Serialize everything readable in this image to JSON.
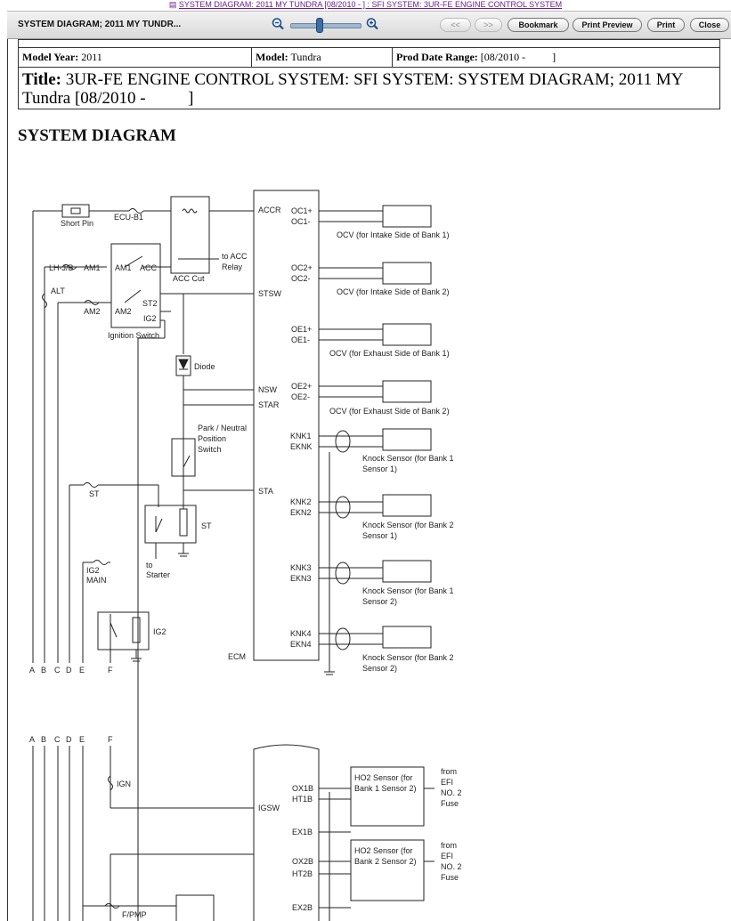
{
  "breadcrumb": "SYSTEM DIAGRAM: 2011 MY TUNDRA [08/2010 - ] : SFI SYSTEM: 3UR-FE ENGINE CONTROL SYSTEM",
  "toolbar": {
    "title": "SYSTEM DIAGRAM; 2011 MY TUNDR...",
    "prev_label": "<<",
    "next_label": ">>",
    "bookmark_label": "Bookmark",
    "print_preview_label": "Print Preview",
    "print_label": "Print",
    "close_label": "Close",
    "zoom_level": 0.4
  },
  "header": {
    "model_year_label": "Model Year:",
    "model_year": "2011",
    "model_label": "Model:",
    "model": "Tundra",
    "prod_date_label": "Prod Date Range:",
    "prod_date": "[08/2010 -          ]",
    "title_label": "Title:",
    "title_line1": "3UR-FE ENGINE CONTROL SYSTEM: SFI SYSTEM: SYSTEM DIAGRAM; 2011 MY",
    "title_line2": "Tundra [08/2010 -          ]"
  },
  "section_heading": "SYSTEM DIAGRAM",
  "diagram": {
    "short_pin": "Short Pin",
    "ecu_b1": "ECU-B1",
    "lh_jb": "LH-J/B",
    "am1": "AM1",
    "am2": "AM2",
    "acc": "ACC",
    "st2": "ST2",
    "ig2": "IG2",
    "alt": "ALT",
    "ignition_switch": "Ignition Switch",
    "acc_cut": "ACC Cut",
    "to_acc_relay_1": "to ACC",
    "to_acc_relay_2": "Relay",
    "diode": "Diode",
    "park_neutral_1": "Park / Neutral",
    "park_neutral_2": "Position",
    "park_neutral_3": "Switch",
    "st_fuse": "ST",
    "st_relay": "ST",
    "to_starter_1": "to",
    "to_starter_2": "Starter",
    "ig2_main_1": "IG2",
    "ig2_main_2": "MAIN",
    "ig2_relay": "IG2",
    "ecm": "ECM",
    "pin_accr": "ACCR",
    "pin_stsw": "STSW",
    "pin_nsw": "NSW",
    "pin_star": "STAR",
    "pin_sta": "STA",
    "pin_igsw": "IGSW",
    "oc1p": "OC1+",
    "oc1m": "OC1-",
    "oc2p": "OC2+",
    "oc2m": "OC2-",
    "oe1p": "OE1+",
    "oe1m": "OE1-",
    "oe2p": "OE2+",
    "oe2m": "OE2-",
    "ocv1": "OCV (for Intake Side of Bank 1)",
    "ocv2": "OCV (for Intake Side of Bank 2)",
    "ocv3": "OCV (for Exhaust Side of Bank 1)",
    "ocv4": "OCV (for Exhaust Side of Bank 2)",
    "knk1": "KNK1",
    "eknk": "EKNK",
    "knk2": "KNK2",
    "ekn2": "EKN2",
    "knk3": "KNK3",
    "ekn3": "EKN3",
    "knk4": "KNK4",
    "ekn4": "EKN4",
    "ks1_1": "Knock Sensor (for Bank 1",
    "ks1_2": "Sensor 1)",
    "ks2_1": "Knock Sensor (for Bank 2",
    "ks2_2": "Sensor 1)",
    "ks3_1": "Knock Sensor (for Bank 1",
    "ks3_2": "Sensor 2)",
    "ks4_1": "Knock Sensor (for Bank 2",
    "ks4_2": "Sensor 2)",
    "ign": "IGN",
    "fpmp": "F/PMP",
    "ox1b": "OX1B",
    "ht1b": "HT1B",
    "ex1b": "EX1B",
    "ox2b": "OX2B",
    "ht2b": "HT2B",
    "ex2b": "EX2B",
    "ho2_1_1": "HO2 Sensor (for",
    "ho2_1_2": "Bank 1 Sensor 2)",
    "ho2_2_1": "HO2 Sensor (for",
    "ho2_2_2": "Bank 2 Sensor 2)",
    "from1_1": "from",
    "from1_2": "EFI",
    "from1_3": "NO. 2",
    "from1_4": "Fuse",
    "from2_1": "from",
    "from2_2": "EFI",
    "from2_3": "NO. 2",
    "from2_4": "Fuse",
    "conn_a": "A",
    "conn_b": "B",
    "conn_c": "C",
    "conn_d": "D",
    "conn_e": "E",
    "conn_f": "F"
  }
}
